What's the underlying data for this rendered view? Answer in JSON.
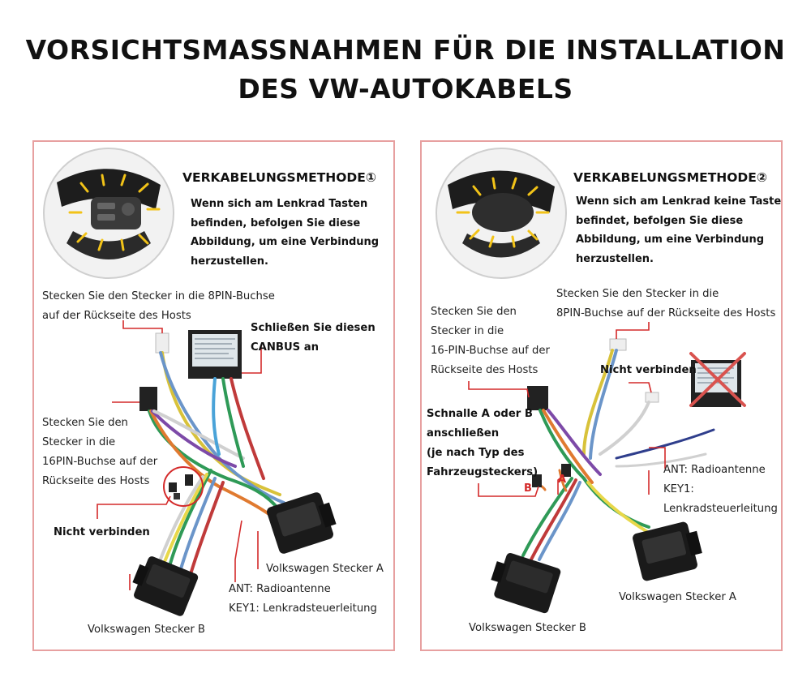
{
  "title": {
    "line1": "VORSICHTSMASSNAHMEN FÜR DIE INSTALLATION",
    "line2": "DES VW-AUTOKABELS"
  },
  "colors": {
    "panel_border": "#e7a0a0",
    "callout_red": "#d42a2a",
    "cross_red": "#d9534f",
    "wheel_glow": "#f2c318"
  },
  "panel1": {
    "heading": "VERKABELUNGSMETHODE①",
    "description": "Wenn sich am Lenkrad Tasten\nbefinden, befolgen Sie diese\nAbbildung, um eine Verbindung\nherzustellen.",
    "label_8pin": "Stecken Sie den Stecker in die 8PIN-Buchse\nauf der Rückseite des Hosts",
    "label_canbus": "Schließen Sie diesen\nCANBUS an",
    "label_16pin": "Stecken Sie den\nStecker in die\n16PIN-Buchse auf der\nRückseite des Hosts",
    "label_nicht": "Nicht verbinden",
    "label_vw_a": "Volkswagen Stecker A",
    "label_ant": "ANT: Radioantenne\nKEY1: Lenkradsteuerleitung",
    "label_vw_b": "Volkswagen Stecker B"
  },
  "panel2": {
    "heading": "VERKABELUNGSMETHODE②",
    "description": "Wenn sich am Lenkrad keine Taste\nbefindet, befolgen Sie diese\nAbbildung, um eine Verbindung\nherzustellen.",
    "label_8pin": "Stecken Sie den Stecker in die\n8PIN-Buchse auf der Rückseite des Hosts",
    "label_16pin": "Stecken Sie den\nStecker in die\n16-PIN-Buchse auf der\nRückseite des Hosts",
    "label_nicht": "Nicht verbinden",
    "label_schnalle": "Schnalle A oder B\nanschließen\n(je nach Typ des\nFahrzeugsteckers)",
    "label_ant": "ANT: Radioantenne\nKEY1:\nLenkradsteuerleitung",
    "label_vw_a": "Volkswagen Stecker A",
    "label_vw_b": "Volkswagen Stecker B",
    "buckle_a": "A",
    "buckle_b": "B"
  }
}
